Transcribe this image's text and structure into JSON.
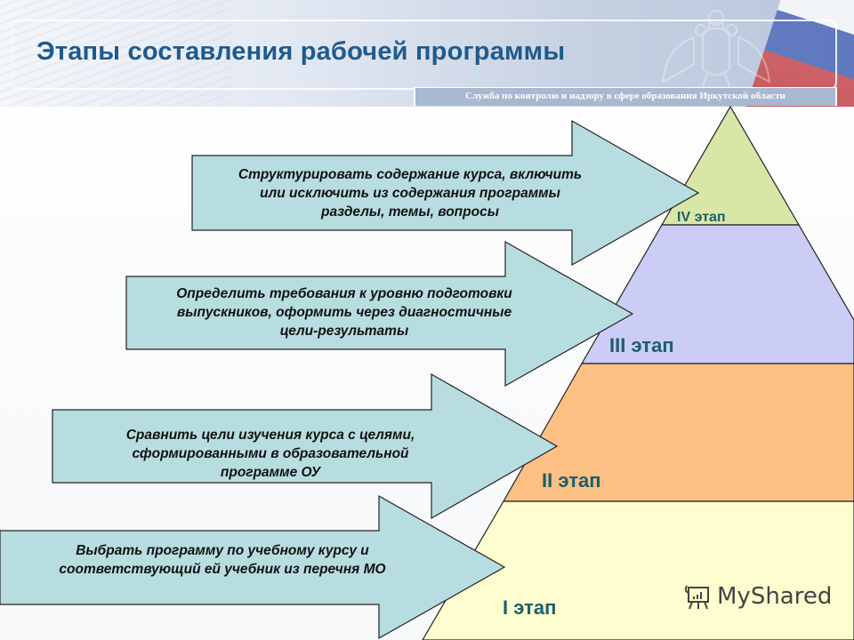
{
  "header": {
    "title": "Этапы составления рабочей программы",
    "subtitle": "Служба по контролю и надзору в сфере образования Иркутской области"
  },
  "colors": {
    "title": "#1f5a8c",
    "arrow_fill": "#b8dde0",
    "stage_iv": "#d8e6a8",
    "stage_iii": "#cccdf6",
    "stage_ii": "#fcc085",
    "stage_i": "#fefdcf",
    "stage_label": "#1d5f6a"
  },
  "pyramid": {
    "stages": [
      {
        "label": "IV этап"
      },
      {
        "label": "III этап"
      },
      {
        "label": "II этап"
      },
      {
        "label": "I этап"
      }
    ]
  },
  "arrows": [
    {
      "lines": [
        "Структурировать содержание курса, включить",
        "или исключить из содержания программы",
        "разделы, темы, вопросы"
      ]
    },
    {
      "lines": [
        "Определить требования к уровню подготовки",
        "выпускников, оформить через диагностичные",
        "цели-результаты"
      ]
    },
    {
      "lines": [
        "Сравнить цели изучения курса с целями,",
        "сформированными в образовательной",
        "программе ОУ"
      ]
    },
    {
      "lines": [
        "Выбрать программу по учебному курсу и",
        "соответствующий ей учебник из перечня МО"
      ]
    }
  ],
  "watermark": {
    "text": "MyShared"
  }
}
